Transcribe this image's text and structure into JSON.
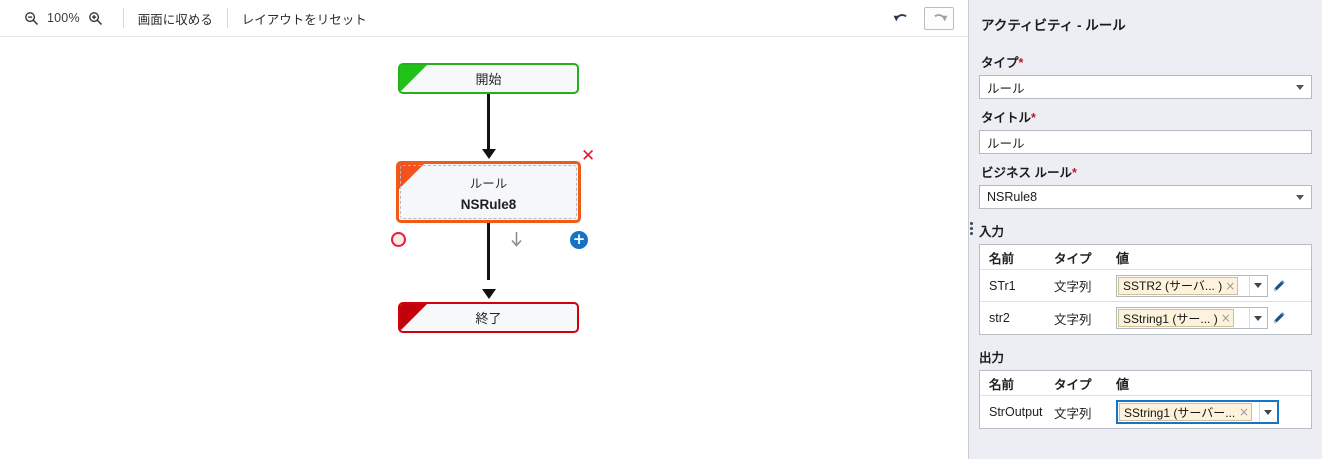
{
  "toolbar": {
    "zoom_out_icon": "zoom-out-icon",
    "zoom_level": "100%",
    "zoom_in_icon": "zoom-in-icon",
    "fit_to_screen_label": "画面に収める",
    "reset_layout_label": "レイアウトをリセット",
    "undo_icon": "undo-icon",
    "redo_icon": "redo-icon"
  },
  "diagram": {
    "start_node": {
      "label": "開始",
      "accent_color": "#22c11a",
      "border_color": "#23b019"
    },
    "rule_node": {
      "type_label": "ルール",
      "name_label": "NSRule8",
      "accent_color": "#f4511e",
      "border_color": "#f05a17",
      "close_icon": "close-icon",
      "port_circle_icon": "connector-circle-icon",
      "port_down_icon": "arrow-down-icon",
      "port_add_icon": "add-icon"
    },
    "end_node": {
      "label": "終了",
      "accent_color": "#c10009",
      "border_color": "#d3000a"
    }
  },
  "panel": {
    "title": "アクティビティ - ルール",
    "type_field": {
      "label": "タイプ",
      "required": "*",
      "value": "ルール"
    },
    "title_field": {
      "label": "タイトル",
      "required": "*",
      "value": "ルール"
    },
    "business_rule_field": {
      "label": "ビジネス ルール",
      "required": "*",
      "value": "NSRule8"
    },
    "input_section": {
      "title": "入力",
      "drag_handle_icon": "drag-handle-icon",
      "columns": [
        "名前",
        "タイプ",
        "値"
      ],
      "rows": [
        {
          "name": "STr1",
          "type": "文字列",
          "token": "SSTR2 (サーバ...  )",
          "remove_icon": "×",
          "caret_icon": "chevron-down-icon",
          "edit_icon": "pencil-icon"
        },
        {
          "name": "str2",
          "type": "文字列",
          "token": "SString1 (サー...  )",
          "remove_icon": "×",
          "caret_icon": "chevron-down-icon",
          "edit_icon": "pencil-icon"
        }
      ]
    },
    "output_section": {
      "title": "出力",
      "columns": [
        "名前",
        "タイプ",
        "値"
      ],
      "rows": [
        {
          "name": "StrOutput",
          "type": "文字列",
          "token": "SString1 (サーバー... )",
          "remove_icon": "×",
          "caret_icon": "chevron-down-icon"
        }
      ]
    }
  },
  "colors": {
    "panel_bg": "#eceef3",
    "required_marker": "#c0162c",
    "focus_border": "#1673c6",
    "token_bg": "#fdf3dc"
  }
}
